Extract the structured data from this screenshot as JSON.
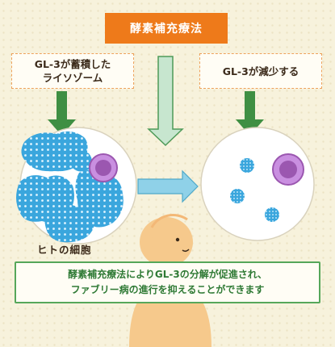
{
  "title": "酵素補充療法",
  "left_label": {
    "line1": "GL-3が蓄積した",
    "line2": "ライソゾーム"
  },
  "right_label": "GL-3が減少する",
  "cell_label": "ヒトの細胞",
  "caption": {
    "line1": "酵素補充療法によりGL-3の分解が促進され、",
    "line2": "ファブリー病の進行を抑えることができます"
  },
  "colors": {
    "background": "#f7f2dc",
    "title_bg": "#ee7a1a",
    "arrow_green": "#3f8f43",
    "arrow_pale": "#c7e6cf",
    "arrow_blue": "#8fd1e8",
    "lysosome_blue": "#3aa6dd",
    "nucleus_purple": "#9b57b0",
    "caption_green": "#2f7a35",
    "person_skin": "#f6c98c"
  },
  "icons": [
    "down-arrow-icon",
    "right-arrow-icon",
    "nucleus-icon",
    "lysosome-icon",
    "person-icon"
  ]
}
